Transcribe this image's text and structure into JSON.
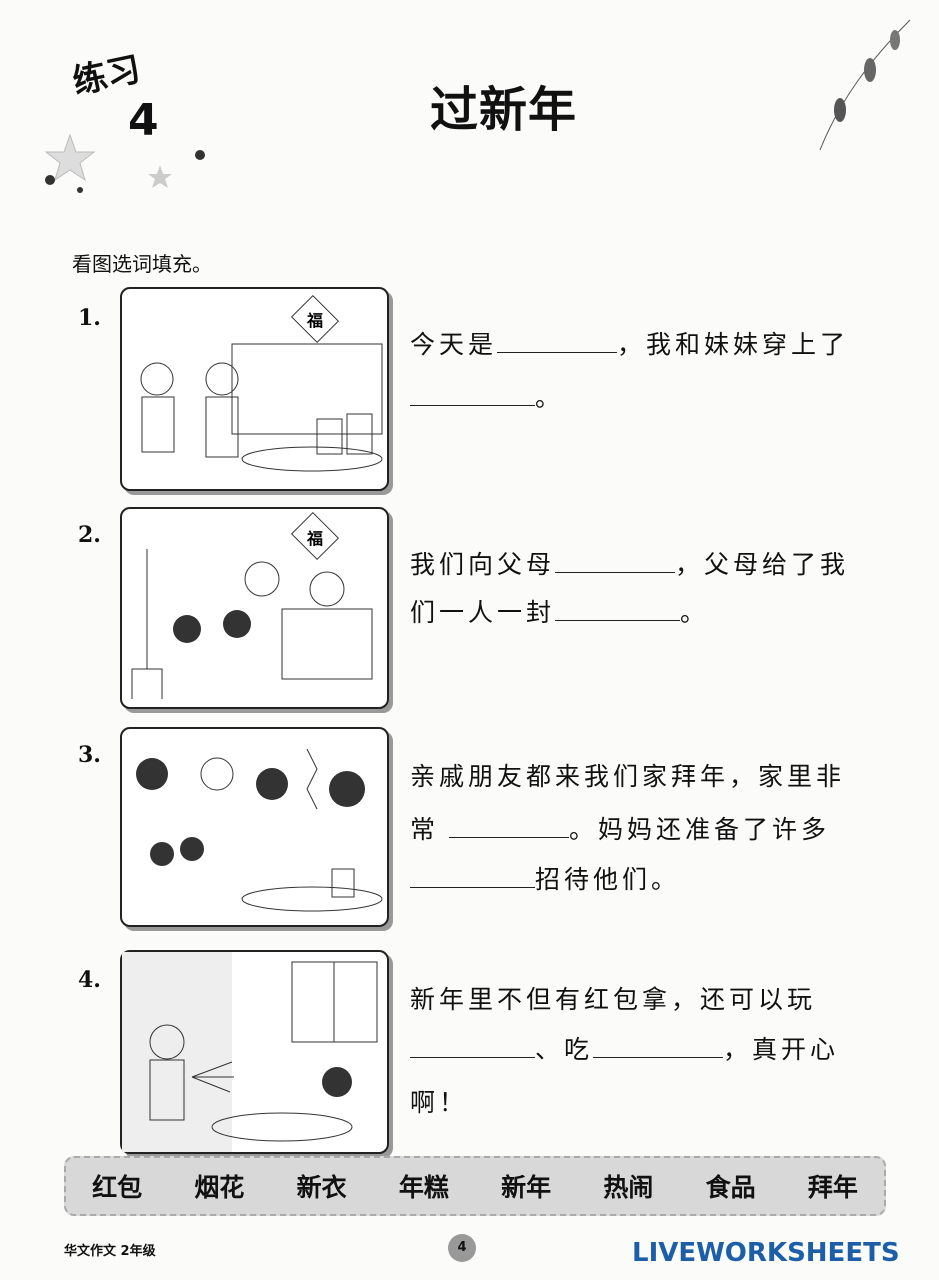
{
  "header": {
    "lesson_label": "练习",
    "lesson_number": "4",
    "title": "过新年"
  },
  "instruction": "看图选词填充。",
  "items": [
    {
      "number": "1.",
      "lines": [
        {
          "before": "今天是",
          "after": "，我和妹妹穿上了"
        },
        {
          "before": "",
          "after": "。"
        }
      ],
      "pic_sign": "福"
    },
    {
      "number": "2.",
      "lines": [
        {
          "before": "我们向父母",
          "after": "，父母给了我"
        },
        {
          "before": "们一人一封",
          "after": "。"
        }
      ],
      "pic_sign": "福"
    },
    {
      "number": "3.",
      "lines": [
        {
          "text": "亲戚朋友都来我们家拜年，家里非"
        },
        {
          "before": "常",
          "after": "。妈妈还准备了许多"
        },
        {
          "before": "",
          "after": "招待他们。"
        }
      ]
    },
    {
      "number": "4.",
      "lines": [
        {
          "text": "新年里不但有红包拿，还可以玩"
        },
        {
          "before": "",
          "mid": "、吃",
          "after": "，真开心"
        },
        {
          "text": "啊！"
        }
      ]
    }
  ],
  "word_bank": [
    "红包",
    "烟花",
    "新衣",
    "年糕",
    "新年",
    "热闹",
    "食品",
    "拜年"
  ],
  "footer": {
    "book": "华文作文 2年级",
    "page": "4",
    "watermark": "LIVEWORKSHEETS"
  }
}
